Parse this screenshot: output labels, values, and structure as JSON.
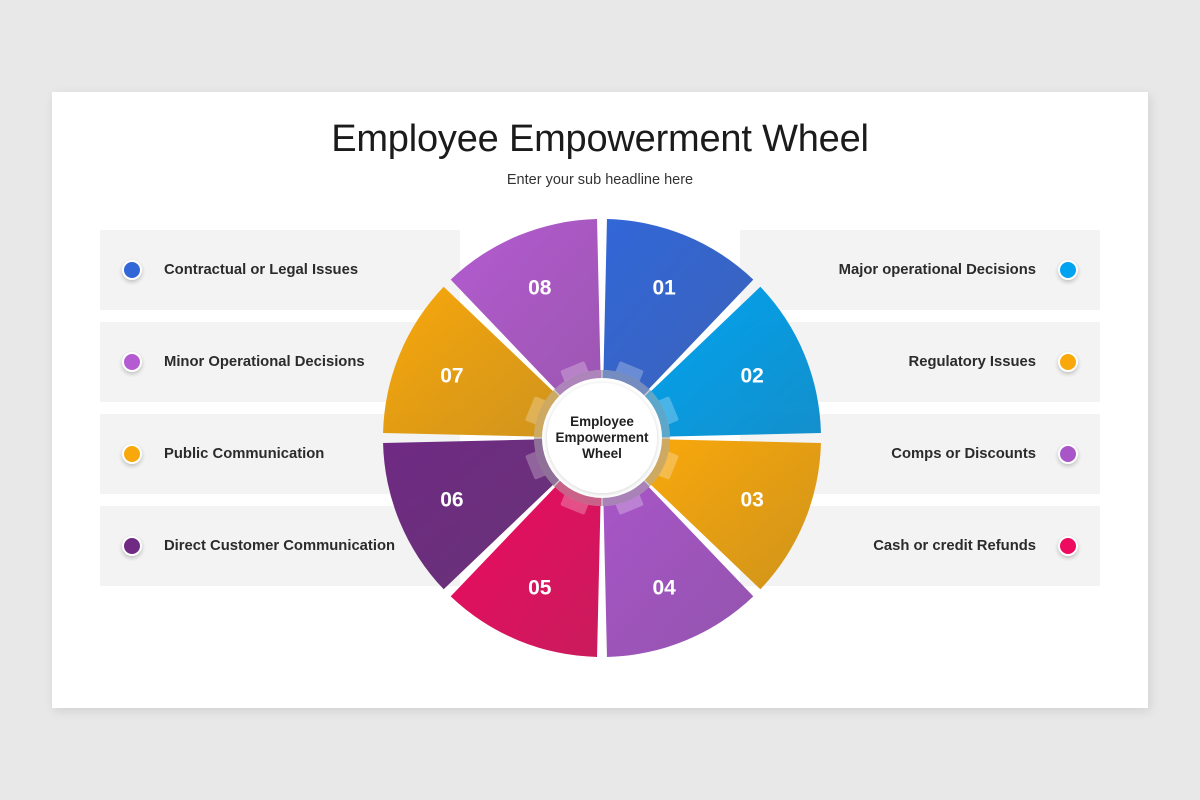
{
  "slide": {
    "title": "Employee Empowerment Wheel",
    "subtitle": "Enter your sub headline here",
    "background": "#e8e8e8",
    "surface": "#ffffff"
  },
  "hub": {
    "line1": "Employee",
    "line2": "Empowerment",
    "line3": "Wheel",
    "fill": "#ffffff",
    "ring_color": "#cfcfcf"
  },
  "chart_data": {
    "type": "pie",
    "title": "Employee Empowerment Wheel",
    "subtitle": "Enter your sub headline here",
    "center_label": "Employee Empowerment Wheel",
    "segment_count": 8,
    "segment_degrees": 45,
    "legend_position": "split-left-right",
    "categories": [
      "Contractual or Legal Issues",
      "Major operational Decisions",
      "Regulatory Issues",
      "Comps or Discounts",
      "Cash or credit Refunds",
      "Direct Customer Communication",
      "Public Communication",
      "Minor Operational Decisions"
    ],
    "values": [
      12.5,
      12.5,
      12.5,
      12.5,
      12.5,
      12.5,
      12.5,
      12.5
    ],
    "colors": [
      "#3367d6",
      "#00a0f0",
      "#f5a306",
      "#a855c8",
      "#ec0a5e",
      "#7b2d8e",
      "#f5a306",
      "#b martins"
    ],
    "segments": [
      {
        "number": "01",
        "label": "Contractual or Legal Issues",
        "color": "#3267d8",
        "color_dark": "#2a55b4",
        "side": "left",
        "row": 0,
        "angle_start": -90,
        "angle_end": -45
      },
      {
        "number": "02",
        "label": "Major operational Decisions",
        "color": "#00a3f0",
        "color_dark": "#0087c8",
        "side": "right",
        "row": 0,
        "angle_start": -45,
        "angle_end": 0
      },
      {
        "number": "03",
        "label": "Regulatory Issues",
        "color": "#f9a80b",
        "color_dark": "#cc8b09",
        "side": "right",
        "row": 1,
        "angle_start": 0,
        "angle_end": 45
      },
      {
        "number": "04",
        "label": "Comps or Discounts",
        "color": "#a855c8",
        "color_dark": "#8a46a6",
        "side": "right",
        "row": 2,
        "angle_start": 45,
        "angle_end": 90
      },
      {
        "number": "05",
        "label": "Cash or credit Refunds",
        "color": "#ed0a5f",
        "color_dark": "#c4084f",
        "side": "right",
        "row": 3,
        "angle_start": 90,
        "angle_end": 135
      },
      {
        "number": "06",
        "label": "Direct Customer Communication",
        "color": "#702a84",
        "color_dark": "#5b226b",
        "side": "left",
        "row": 3,
        "angle_start": 135,
        "angle_end": 180
      },
      {
        "number": "07",
        "label": "Public Communication",
        "color": "#f9a80b",
        "color_dark": "#cc8b09",
        "side": "left",
        "row": 2,
        "angle_start": 180,
        "angle_end": 225
      },
      {
        "number": "08",
        "label": "Minor Operational Decisions",
        "color": "#b45bd1",
        "color_dark": "#9448ab",
        "side": "left",
        "row": 1,
        "angle_start": 225,
        "angle_end": 270
      }
    ]
  },
  "legend": {
    "left": [
      {
        "label": "Contractual or Legal Issues",
        "dot": "#3267d8"
      },
      {
        "label": "Minor Operational Decisions",
        "dot": "#b45bd1"
      },
      {
        "label": "Public Communication",
        "dot": "#f9a80b"
      },
      {
        "label": "Direct Customer Communication",
        "dot": "#702a84"
      }
    ],
    "right": [
      {
        "label": "Major operational Decisions",
        "dot": "#00a3f0"
      },
      {
        "label": "Regulatory Issues",
        "dot": "#f9a80b"
      },
      {
        "label": "Comps or Discounts",
        "dot": "#a855c8"
      },
      {
        "label": "Cash or credit Refunds",
        "dot": "#ed0a5f"
      }
    ]
  }
}
